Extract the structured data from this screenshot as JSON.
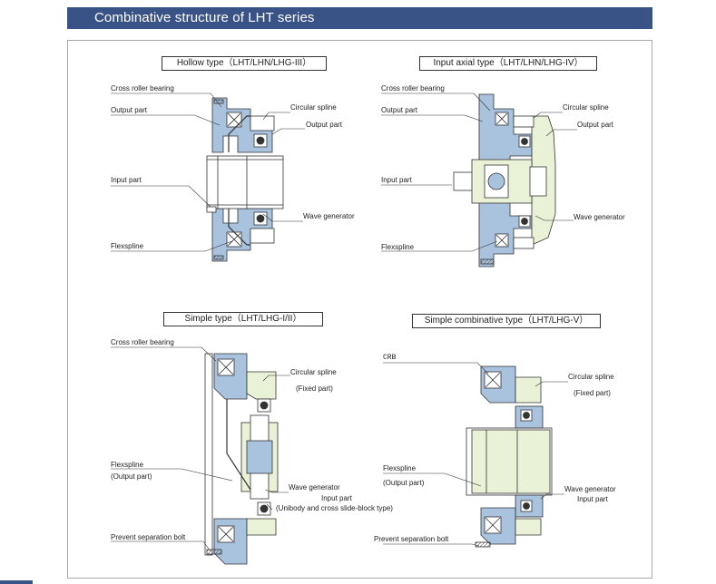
{
  "header": {
    "title": "Combinative structure of LHT series"
  },
  "panels": {
    "hollow": {
      "title": "Hollow type（LHT/LHN/LHG-III）",
      "labels": {
        "cross_roller_bearing": "Cross roller bearing",
        "output_part_left": "Output part",
        "circular_spline": "Circular spline",
        "output_part_right": "Output part",
        "input_part": "Input part",
        "wave_generator": "Wave generator",
        "flexspline": "Flexspline"
      }
    },
    "input_axial": {
      "title": "Input axial type（LHT/LHN/LHG-IV）",
      "labels": {
        "cross_roller_bearing": "Cross roller bearing",
        "output_part_left": "Output part",
        "circular_spline": "Circular spline",
        "output_part_right": "Output part",
        "input_part": "Input part",
        "wave_generator": "Wave generator",
        "flexspline": "Flexspline"
      }
    },
    "simple": {
      "title": "Simple type（LHT/LHG-I/II）",
      "labels": {
        "cross_roller_bearing": "Cross roller bearing",
        "circular_spline": "Circular spline",
        "fixed_part": "(Fixed part)",
        "flexspline": "Flexspline",
        "output_part": "(Output part)",
        "wave_generator": "Wave generator",
        "input_part": "Input part",
        "input_part_note": "(Unibody and cross slide-block type)",
        "prevent_separation_bolt": "Prevent separation bolt"
      }
    },
    "simple_combinative": {
      "title": "Simple combinative type（LHT/LHG-V）",
      "labels": {
        "crb": "CRB",
        "circular_spline": "Circular spline",
        "fixed_part": "(Fixed part)",
        "flexspline": "Flexspline",
        "output_part": "(Output part)",
        "wave_generator": "Wave generator",
        "input_part": "Input part",
        "prevent_separation_bolt": "Prevent separation bolt"
      }
    }
  },
  "colors": {
    "header_bg": "#3a5386",
    "part_blue": "#a9c3df",
    "part_pale": "#e9f1d6",
    "outline": "#333333"
  }
}
